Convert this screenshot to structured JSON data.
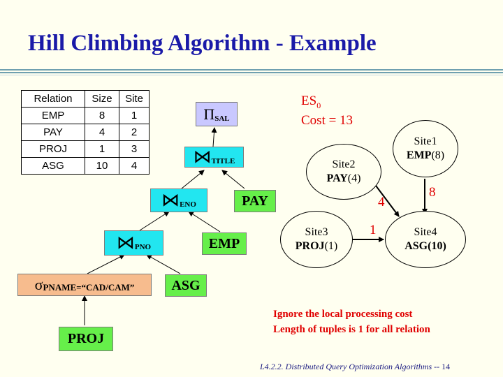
{
  "title": "Hill Climbing Algorithm - Example",
  "table": {
    "headers": [
      "Relation",
      "Size",
      "Site"
    ],
    "rows": [
      [
        "EMP",
        "8",
        "1"
      ],
      [
        "PAY",
        "4",
        "2"
      ],
      [
        "PROJ",
        "1",
        "3"
      ],
      [
        "ASG",
        "10",
        "4"
      ]
    ]
  },
  "tree": {
    "projection": {
      "symbol": "Π",
      "attr": "SAL"
    },
    "join_title": {
      "symbol": "⋈",
      "attr": "TITLE"
    },
    "join_eno": {
      "symbol": "⋈",
      "attr": "ENO"
    },
    "join_pno": {
      "symbol": "⋈",
      "attr": "PNO"
    },
    "selection": {
      "symbol": "σ",
      "predicate": "PNAME=“CAD/CAM”"
    },
    "leaves": {
      "pay": "PAY",
      "emp": "EMP",
      "asg": "ASG",
      "proj": "PROJ"
    }
  },
  "es": {
    "label": "ES",
    "sub": "0",
    "cost": "Cost = 13"
  },
  "sites": {
    "site1": {
      "name": "Site1",
      "rel": "EMP",
      "size": "(8)"
    },
    "site2": {
      "name": "Site2",
      "rel": "PAY",
      "size": "(4)"
    },
    "site3": {
      "name": "Site3",
      "rel": "PROJ",
      "size": "(1)"
    },
    "site4": {
      "name": "Site4",
      "rel": "ASG(10)",
      "size": ""
    }
  },
  "costs": {
    "site2_to_site4": "4",
    "site1_to_site4": "8",
    "site3_to_site4": "1"
  },
  "notes": [
    "Ignore the local processing cost",
    "Length of tuples is 1 for all relation"
  ],
  "footer": {
    "text": "L4.2.2. Distributed Query Optimization Algorithms",
    "page": "-- 14"
  },
  "colors": {
    "title": "#1a1aa8",
    "join_box": "#22e6f0",
    "projection_box": "#c9c8ff",
    "selection_box": "#f7bc8e",
    "leaf_box": "#66ef4a",
    "annotation": "#e00000"
  }
}
